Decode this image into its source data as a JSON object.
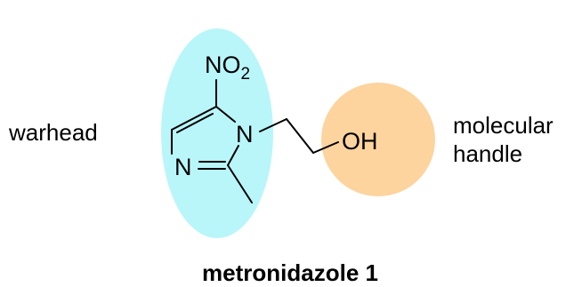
{
  "labels": {
    "warhead": "warhead",
    "handle_line1": "molecular",
    "handle_line2": "handle",
    "caption": "metronidazole 1"
  },
  "atoms": {
    "nitro_no": "NO",
    "nitro_sub": "2",
    "ring_n1": "N",
    "ring_n3": "N",
    "hydroxyl": "OH"
  },
  "colors": {
    "warhead_highlight": "#b8f6fa",
    "handle_highlight": "#fdd49e",
    "ink": "#000000"
  }
}
